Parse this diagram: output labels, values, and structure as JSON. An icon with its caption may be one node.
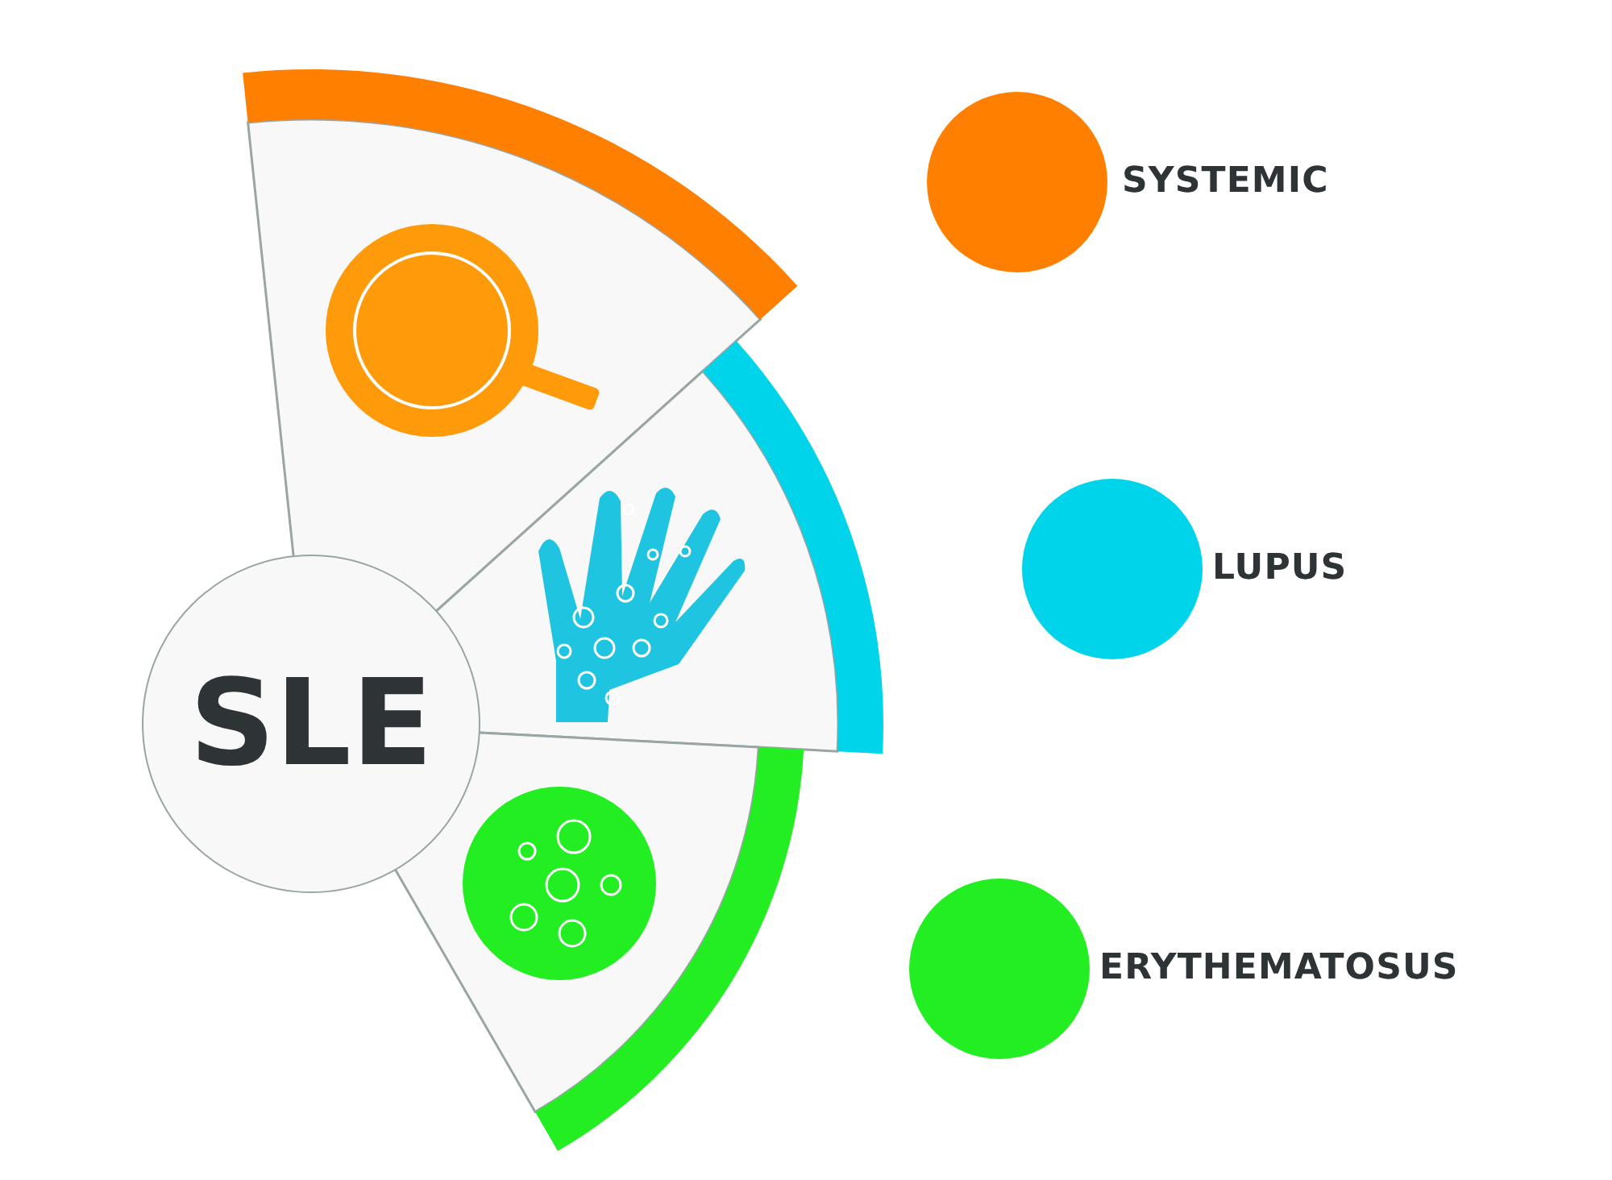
{
  "diagram": {
    "nodes": [
      {
        "text": [
          "SLE"
        ]
      },
      {
        "text": [],
        "shape": "arc"
      },
      {
        "text": [],
        "shape": "arc"
      },
      {
        "text": [],
        "shape": "arc"
      }
    ],
    "legend": [
      {
        "text": "SYSTEMIC",
        "color": "#ff8000"
      },
      {
        "text": "LUPUS",
        "color": "#00d4ea"
      },
      {
        "text": "ERYTHEMATOSUS",
        "color": "#22ee22"
      }
    ]
  }
}
